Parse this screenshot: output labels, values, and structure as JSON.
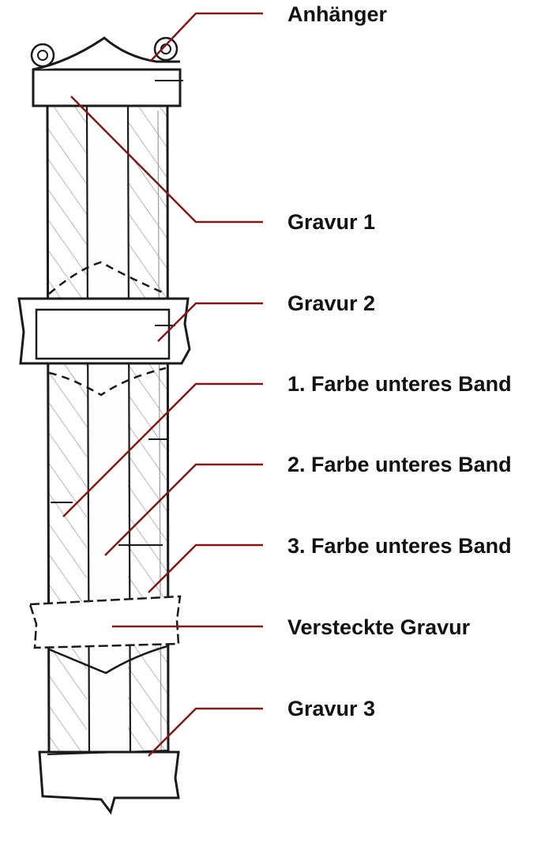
{
  "diagram": {
    "colors": {
      "leader": "#7a1a1a",
      "ink": "#1a1a1a",
      "hatch": "#6a6a6a",
      "label": "#111111"
    },
    "labels": [
      {
        "key": "anhaenger",
        "text": "Anhänger"
      },
      {
        "key": "gravur1",
        "text": "Gravur 1"
      },
      {
        "key": "gravur2",
        "text": "Gravur 2"
      },
      {
        "key": "farbe1",
        "text": "1. Farbe unteres Band"
      },
      {
        "key": "farbe2",
        "text": "2. Farbe unteres Band"
      },
      {
        "key": "farbe3",
        "text": "3. Farbe unteres Band"
      },
      {
        "key": "versteckt",
        "text": "Versteckte Gravur"
      },
      {
        "key": "gravur3",
        "text": "Gravur 3"
      }
    ]
  }
}
